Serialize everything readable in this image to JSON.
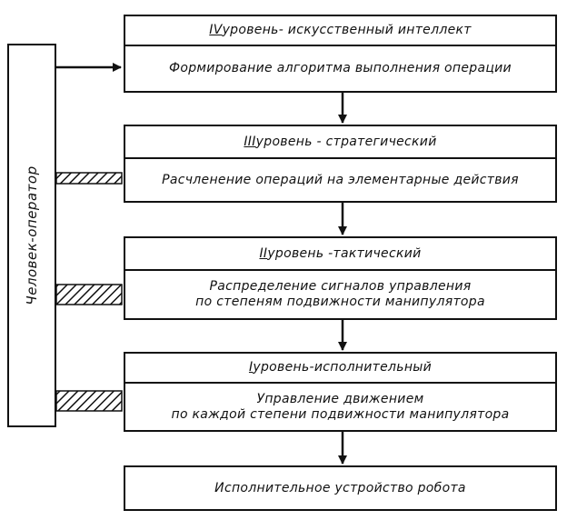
{
  "operator": {
    "label": "Человек-оператор"
  },
  "levels": [
    {
      "roman": "IV",
      "title": " уровень- искусственный интеллект",
      "body": [
        "Формирование алгоритма выполнения операции"
      ]
    },
    {
      "roman": "III",
      "title": " уровень - стратегический",
      "body": [
        "Расчленение операций на элементарные действия"
      ]
    },
    {
      "roman": "II",
      "title": " уровень -тактический",
      "body": [
        "Распределение сигналов управления",
        "по степеням подвижности манипулятора"
      ]
    },
    {
      "roman": "I",
      "title": " уровень-исполнительный",
      "body": [
        "Управление движением",
        "по каждой степени подвижности манипулятора"
      ]
    }
  ],
  "executor": {
    "label": "Исполнительное устройство робота"
  }
}
